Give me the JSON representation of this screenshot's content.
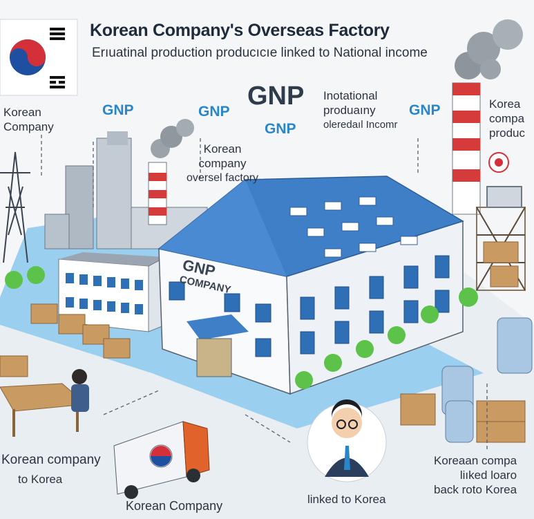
{
  "title": "Korean Company's Overseas Factory",
  "subtitle": "Erıuatinal production producıcıe linked to National income",
  "labels": {
    "top_left": [
      "Korean",
      "Company"
    ],
    "gnp_1": "GNP",
    "gnp_2": "GNP",
    "gnp_big": "GNP",
    "gnp_under": "GNP",
    "gnp_3": "GNP",
    "overseas_factory": [
      "Korean",
      "company",
      "oversel factory"
    ],
    "international": [
      "Inotational",
      "produaıny",
      "oleredaıl Incomr"
    ],
    "top_right": [
      "Korea",
      "compa",
      "produc"
    ],
    "building_sign": [
      "GNP",
      "COMPANY"
    ],
    "bottom_left": [
      "Korean company",
      "to Korea"
    ],
    "truck_label": "Korean Company",
    "person_label": "linked to Korea",
    "bottom_right": [
      "Koreaan compa",
      "liıked loaro",
      "back roto Korea"
    ]
  },
  "colors": {
    "flag_red": "#d4303a",
    "flag_blue": "#1f4fa0",
    "roof_blue": "#3f7fc8",
    "road_blue": "#7fc0ec",
    "tree_green": "#5cc24a",
    "gnp_blue": "#2a86c9"
  },
  "icons": [
    "korean-flag-icon",
    "power-tower-icon",
    "smokestack-icon",
    "person-icon",
    "truck-icon",
    "crate-icon",
    "barrel-icon",
    "tree-icon"
  ]
}
